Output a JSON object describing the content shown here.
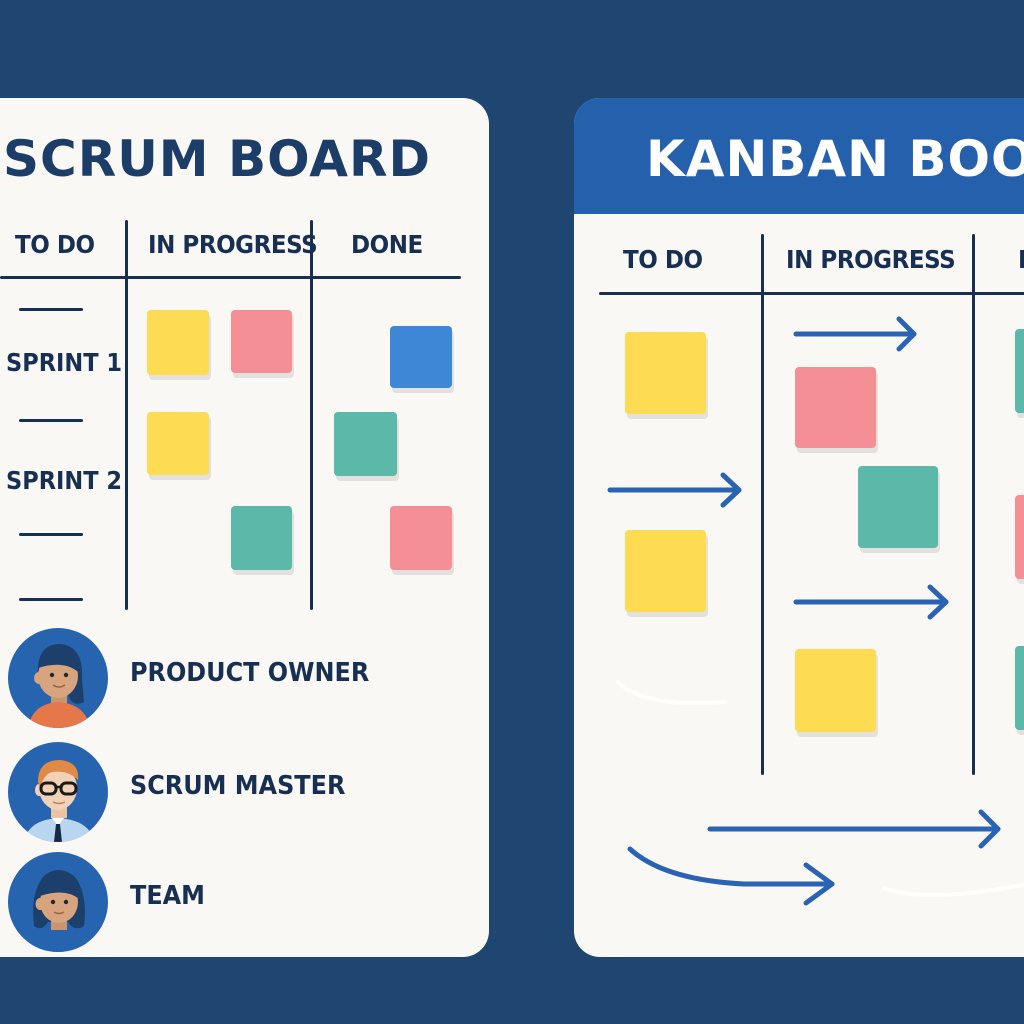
{
  "scrum_board": {
    "title": "SCRUM BOARD",
    "columns": [
      "TO DO",
      "IN PROGRESS",
      "DONE"
    ],
    "sprints": [
      "SPRINT 1",
      "SPRINT 2"
    ],
    "notes": [
      {
        "column": "IN PROGRESS",
        "row": "SPRINT 1",
        "color": "yellow"
      },
      {
        "column": "IN PROGRESS",
        "row": "SPRINT 1",
        "color": "pink"
      },
      {
        "column": "DONE",
        "row": "SPRINT 1",
        "color": "blue"
      },
      {
        "column": "IN PROGRESS",
        "row": "SPRINT 2",
        "color": "yellow"
      },
      {
        "column": "DONE",
        "row": "SPRINT 2",
        "color": "teal"
      },
      {
        "column": "IN PROGRESS",
        "row": "SPRINT 2",
        "color": "teal"
      },
      {
        "column": "DONE",
        "row": "SPRINT 2",
        "color": "pink"
      }
    ],
    "roles": [
      {
        "label": "PRODUCT OWNER",
        "icon": "woman-avatar-icon"
      },
      {
        "label": "SCRUM MASTER",
        "icon": "man-glasses-avatar-icon"
      },
      {
        "label": "TEAM",
        "icon": "woman-avatar-icon"
      }
    ]
  },
  "kanban_board": {
    "title": "KANBAN BOOI",
    "columns": [
      "TO DO",
      "IN PROGRESS",
      "D"
    ],
    "notes": [
      {
        "column": "TO DO",
        "color": "yellow"
      },
      {
        "column": "TO DO",
        "color": "yellow"
      },
      {
        "column": "IN PROGRESS",
        "color": "pink"
      },
      {
        "column": "IN PROGRESS",
        "color": "teal"
      },
      {
        "column": "IN PROGRESS",
        "color": "yellow"
      },
      {
        "column": "DONE",
        "color": "teal"
      },
      {
        "column": "DONE",
        "color": "pink"
      },
      {
        "column": "DONE",
        "color": "teal"
      }
    ],
    "arrows": [
      "flow-arrow",
      "flow-arrow",
      "flow-arrow",
      "flow-arrow",
      "curved-flow-arrow"
    ]
  },
  "colors": {
    "background": "#1f4670",
    "board": "#f9f8f5",
    "kanban_header": "#2560ad",
    "ink": "#172f52",
    "yellow": "#fddb52",
    "pink": "#f38f95",
    "teal": "#5cb8a8",
    "blue": "#3e87d6",
    "arrow": "#2a63b3"
  }
}
